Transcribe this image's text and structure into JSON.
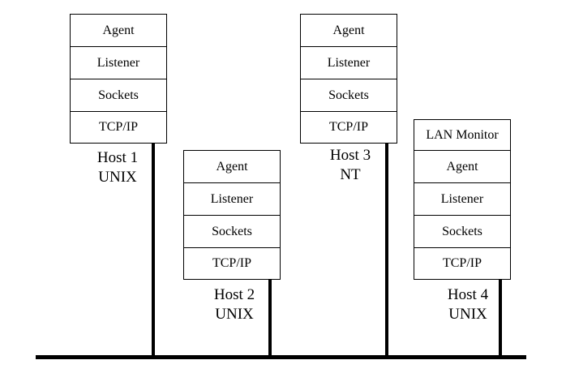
{
  "hosts": [
    {
      "name": "Host 1",
      "os": "UNIX",
      "layers": [
        "Agent",
        "Listener",
        "Sockets",
        "TCP/IP"
      ]
    },
    {
      "name": "Host 2",
      "os": "UNIX",
      "layers": [
        "Agent",
        "Listener",
        "Sockets",
        "TCP/IP"
      ]
    },
    {
      "name": "Host 3",
      "os": "NT",
      "layers": [
        "Agent",
        "Listener",
        "Sockets",
        "TCP/IP"
      ]
    },
    {
      "name": "Host 4",
      "os": "UNIX",
      "layers": [
        "LAN Monitor",
        "Agent",
        "Listener",
        "Sockets",
        "TCP/IP"
      ]
    }
  ]
}
